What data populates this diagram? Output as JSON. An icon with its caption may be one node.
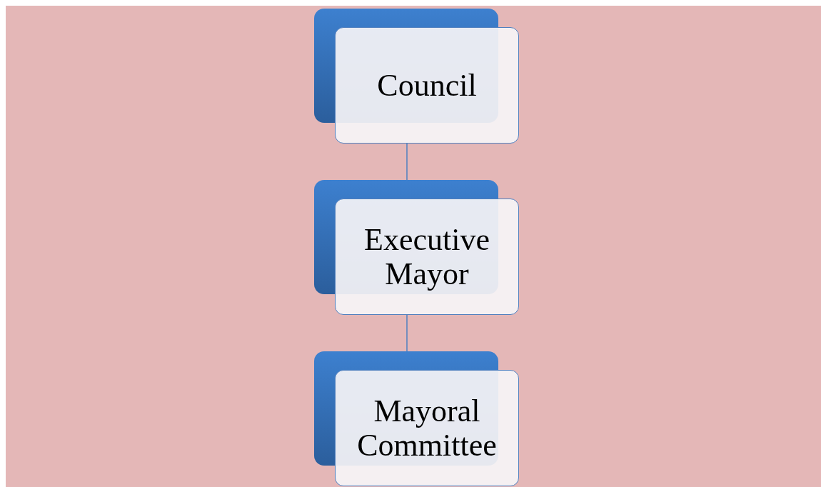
{
  "diagram": {
    "nodes": [
      {
        "text": [
          "Council"
        ]
      },
      {
        "text": [
          "Executive Mayor"
        ]
      },
      {
        "text": [
          "Mayoral Committee"
        ]
      }
    ],
    "edges": [
      {
        "from": 0,
        "to": 1,
        "arrow": "none"
      },
      {
        "from": 1,
        "to": 2,
        "arrow": "none"
      }
    ]
  }
}
